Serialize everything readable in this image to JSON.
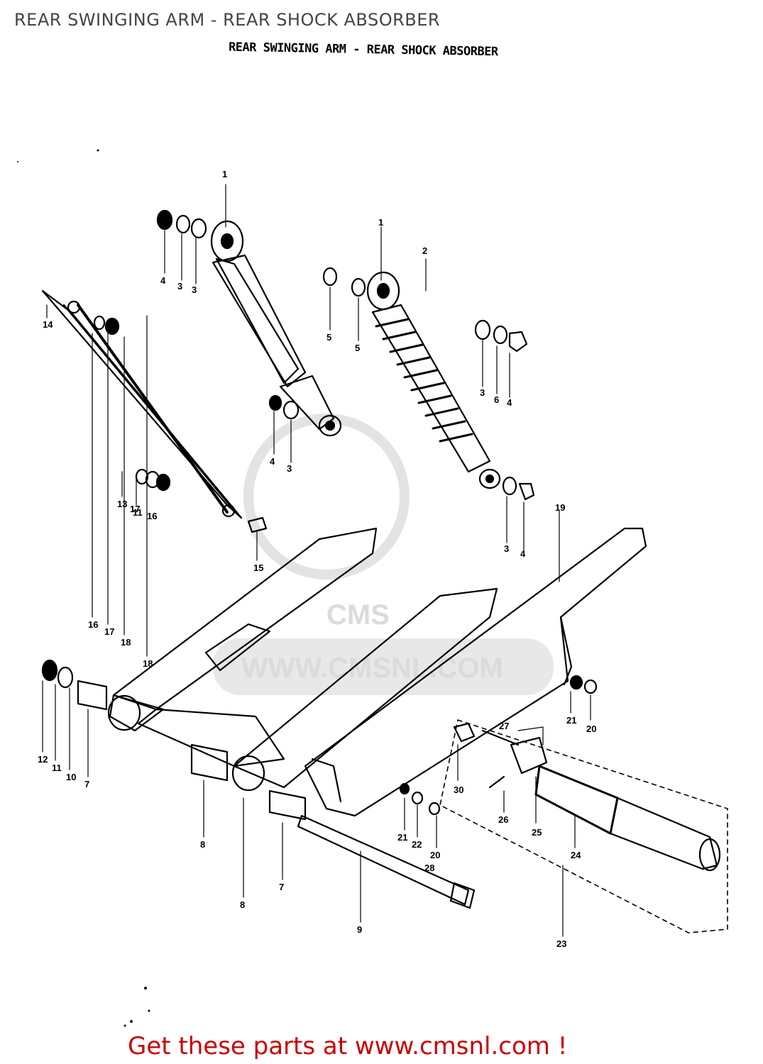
{
  "header": {
    "title": "REAR SWINGING ARM - REAR SHOCK ABSORBER",
    "subtitle": "REAR SWINGING ARM - REAR SHOCK ABSORBER"
  },
  "watermark": {
    "text": "WWW.CMSNL.COM",
    "logo_text": "CMS"
  },
  "callouts": [
    "1",
    "1",
    "2",
    "3",
    "3",
    "3",
    "3",
    "3",
    "4",
    "4",
    "4",
    "4",
    "5",
    "5",
    "6",
    "7",
    "7",
    "8",
    "8",
    "9",
    "10",
    "11",
    "11",
    "12",
    "13",
    "14",
    "15",
    "16",
    "16",
    "17",
    "17",
    "18",
    "18",
    "19",
    "20",
    "20",
    "21",
    "21",
    "22",
    "23",
    "24",
    "25",
    "26",
    "27",
    "28",
    "30"
  ],
  "footer": {
    "text": "Get these parts at www.cmsnl.com !"
  },
  "colors": {
    "title": "#444444",
    "footer": "#cc0000",
    "watermark": "#d8d8d8"
  }
}
